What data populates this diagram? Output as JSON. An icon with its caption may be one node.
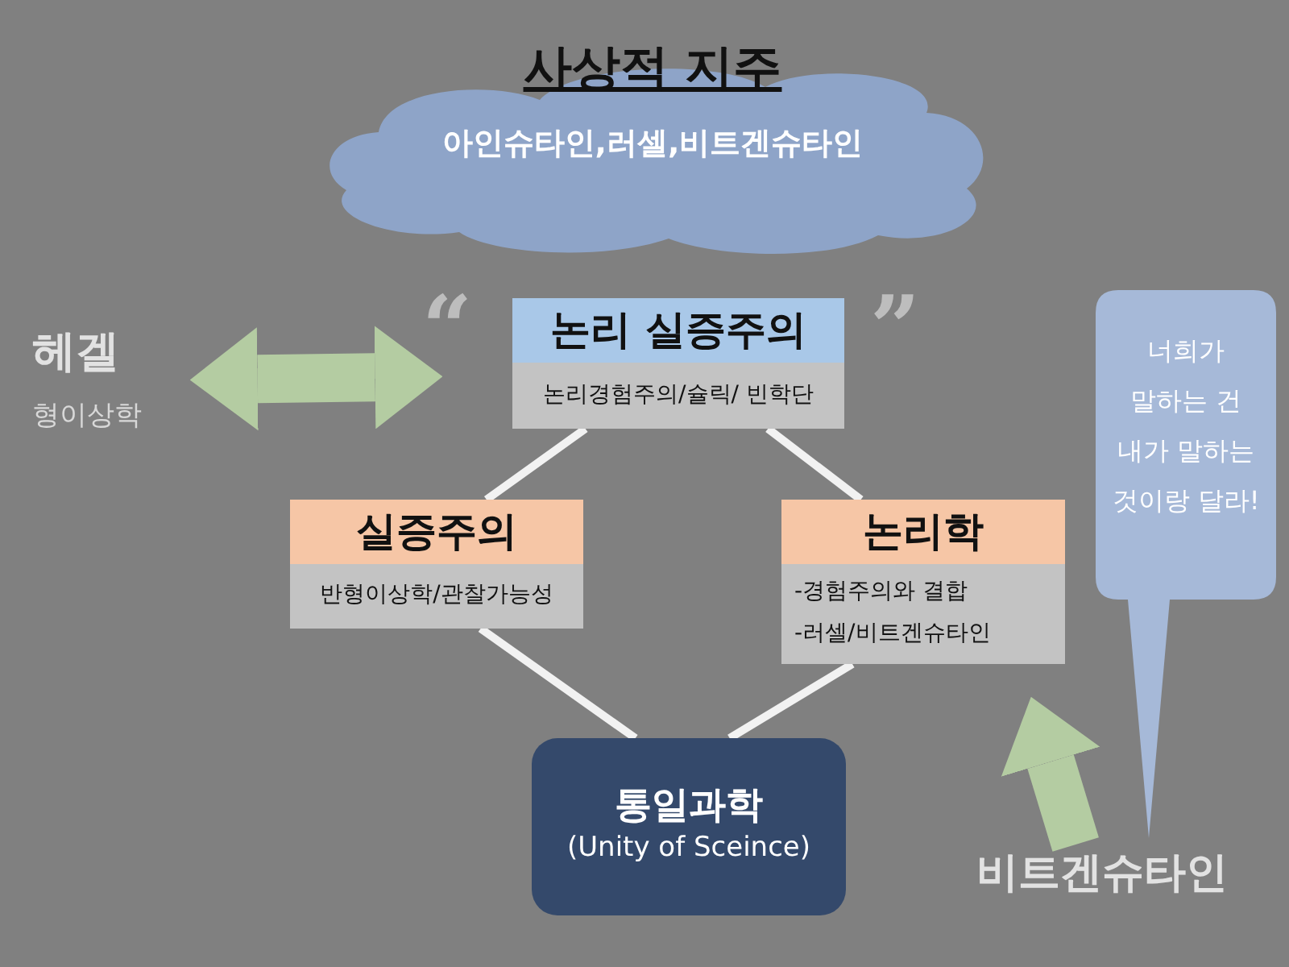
{
  "diagram": {
    "nodes": [
      {
        "text": [
          "사상적 지주",
          "아인슈타인,러셀,비트겐슈타인"
        ]
      },
      {
        "text": [
          "헤겔",
          "형이상학"
        ]
      },
      {
        "text": [
          "논리 실증주의",
          "논리경험주의/슐릭/ 빈학단"
        ],
        "beside": [
          "“",
          "”"
        ]
      },
      {
        "text": [
          "실증주의",
          "반형이상학/관찰가능성"
        ]
      },
      {
        "text": [
          "논리학",
          "-경험주의와 결합",
          "-러셀/비트겐슈타인"
        ]
      },
      {
        "text": [
          "통일과학",
          "(Unity of Sceince)"
        ]
      },
      {
        "text": [
          "너희가 말하는 건 내가 말하는 것이랑 달라!"
        ]
      },
      {
        "text": [
          "비트겐슈타인"
        ]
      }
    ],
    "edges": [
      {
        "from": 1,
        "to": 2,
        "arrow": "both",
        "style": "thick",
        "color": "#b4cca2"
      },
      {
        "from": 2,
        "to": 3,
        "arrow": "none"
      },
      {
        "from": 2,
        "to": 4,
        "arrow": "none"
      },
      {
        "from": 3,
        "to": 5,
        "arrow": "none"
      },
      {
        "from": 4,
        "to": 5,
        "arrow": "none"
      },
      {
        "from": 7,
        "to": 4,
        "arrow": "to",
        "style": "thick",
        "color": "#b4cca2"
      }
    ]
  }
}
